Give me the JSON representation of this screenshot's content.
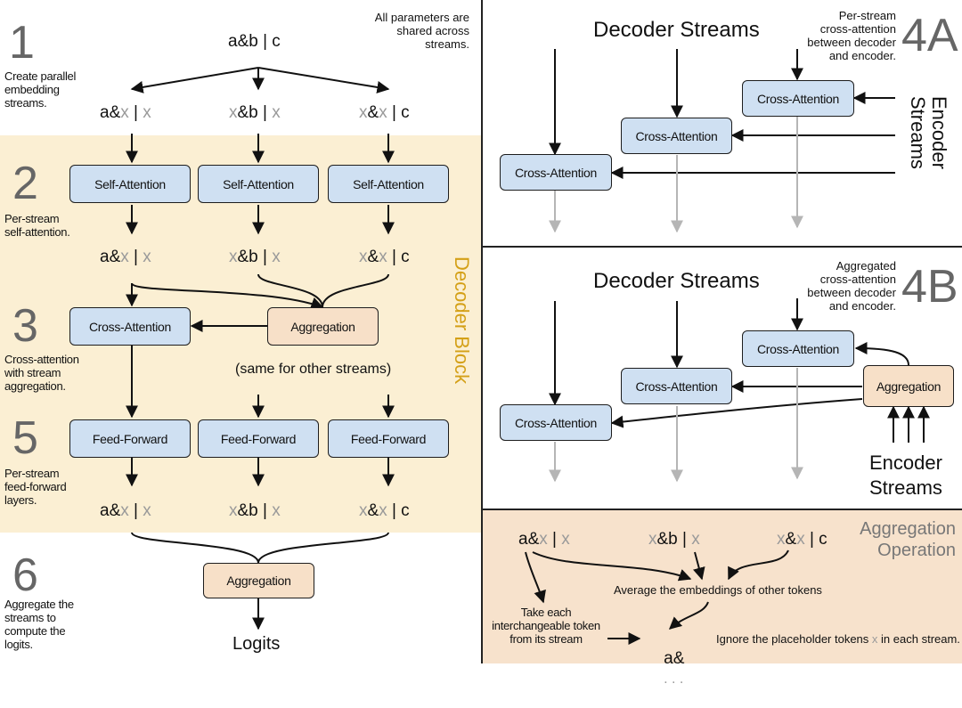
{
  "left": {
    "top_token": "a&b | c",
    "note": "All parameters are\nshared across\nstreams.",
    "decoder_block_label": "Decoder Block",
    "same_note": "(same for other streams)",
    "logits": "Logits",
    "steps": [
      {
        "num": "1",
        "caption": "Create parallel\nembedding\nstreams."
      },
      {
        "num": "2",
        "caption": "Per-stream\nself-attention."
      },
      {
        "num": "3",
        "caption": "Cross-attention\nwith stream\naggregation."
      },
      {
        "num": "5",
        "caption": "Per-stream\nfeed-forward\nlayers."
      },
      {
        "num": "6",
        "caption": "Aggregate the\nstreams to\ncompute the\nlogits."
      }
    ],
    "boxes": {
      "self_attention": "Self-Attention",
      "cross_attention": "Cross-Attention",
      "aggregation": "Aggregation",
      "feed_forward": "Feed-Forward",
      "final_aggregation": "Aggregation"
    },
    "stream_tokens": [
      {
        "parts": [
          {
            "t": "a&",
            "g": false
          },
          {
            "t": "x",
            "g": true
          },
          {
            "t": " | ",
            "g": false
          },
          {
            "t": "x",
            "g": true
          }
        ]
      },
      {
        "parts": [
          {
            "t": "x",
            "g": true
          },
          {
            "t": "&b | ",
            "g": false
          },
          {
            "t": "x",
            "g": true
          }
        ]
      },
      {
        "parts": [
          {
            "t": "x",
            "g": true
          },
          {
            "t": "&",
            "g": false
          },
          {
            "t": "x",
            "g": true
          },
          {
            "t": " | c",
            "g": false
          }
        ]
      }
    ]
  },
  "panel_4a": {
    "label": "4A",
    "title": "Decoder Streams",
    "note": "Per-stream\ncross-attention\nbetween decoder\nand encoder.",
    "encoder_label": "Encoder\nStreams",
    "box": "Cross-Attention"
  },
  "panel_4b": {
    "label": "4B",
    "title": "Decoder Streams",
    "note": "Aggregated\ncross-attention\nbetween decoder\nand encoder.",
    "encoder_label_1": "Encoder",
    "encoder_label_2": "Streams",
    "box": "Cross-Attention",
    "aggregation": "Aggregation"
  },
  "aggregation_op": {
    "title": "Aggregation\nOperation",
    "average_text": "Average the embeddings of other tokens",
    "take_text": "Take each\ninterchangeable token\nfrom its stream",
    "ignore_text": "Ignore the placeholder tokens",
    "ignore_x": "x",
    "ignore_tail": "in each stream.",
    "result": "a&",
    "result_dots": ". . ."
  },
  "colors": {
    "decoder_block_bg": "#fbefd3",
    "agg_op_bg": "#f7e2cc",
    "box_blue": "#cfe0f2",
    "box_peach": "#f7e0c8",
    "decoder_block_text": "#d4a017",
    "placeholder_x": "#9a9a9a"
  }
}
